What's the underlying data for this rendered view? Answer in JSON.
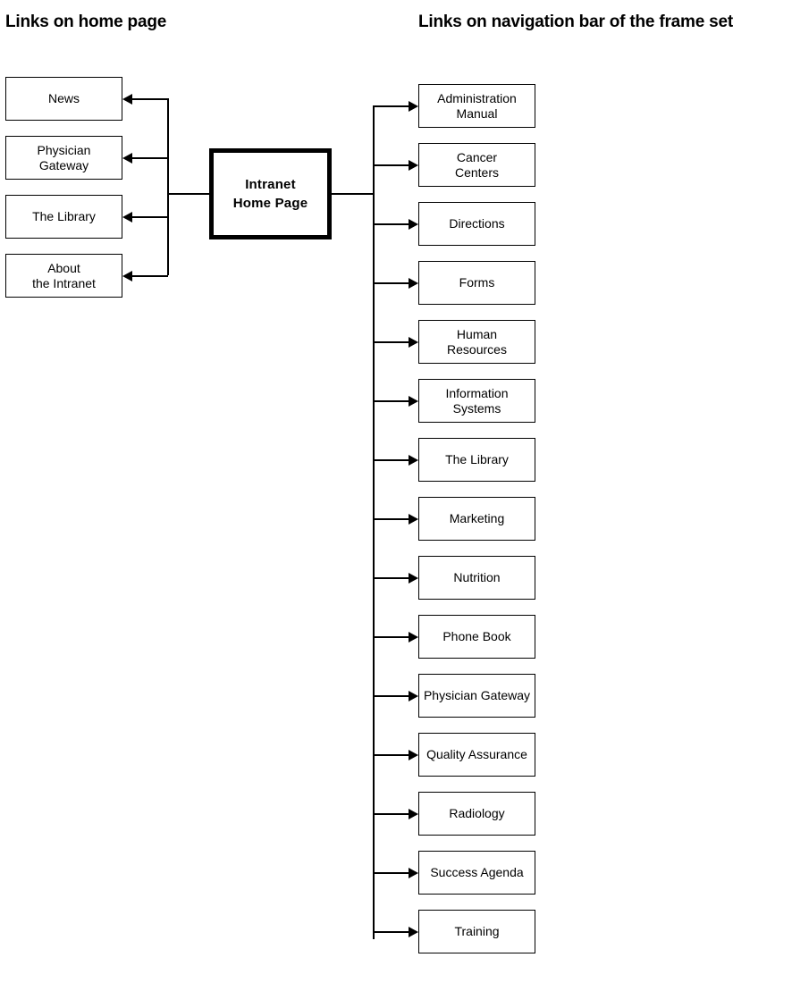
{
  "diagram": {
    "type": "site-map-tree",
    "headings": {
      "left": "Links on home page",
      "right": "Links on navigation bar of the frame set"
    },
    "center_node": {
      "label": "Intranet\nHome Page",
      "line1": "Intranet",
      "line2": "Home Page"
    },
    "left_nodes": [
      {
        "label": "News"
      },
      {
        "label": "Physician\nGateway"
      },
      {
        "label": "The Library"
      },
      {
        "label": "About\nthe Intranet"
      }
    ],
    "right_nodes": [
      {
        "label": "Administration\nManual"
      },
      {
        "label": "Cancer\nCenters"
      },
      {
        "label": "Directions"
      },
      {
        "label": "Forms"
      },
      {
        "label": "Human\nResources"
      },
      {
        "label": "Information\nSystems"
      },
      {
        "label": "The Library"
      },
      {
        "label": "Marketing"
      },
      {
        "label": "Nutrition"
      },
      {
        "label": "Phone Book"
      },
      {
        "label": "Physician Gateway"
      },
      {
        "label": "Quality Assurance"
      },
      {
        "label": "Radiology"
      },
      {
        "label": "Success Agenda"
      },
      {
        "label": "Training"
      }
    ],
    "colors": {
      "stroke": "#000000",
      "fill": "#ffffff",
      "text": "#000000"
    }
  }
}
